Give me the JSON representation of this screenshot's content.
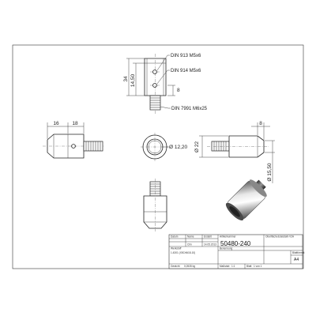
{
  "callouts": {
    "din913": "DIN 913 M5x6",
    "din914": "DIN 914 M5x6",
    "din7991": "DIN 7991 M6x25"
  },
  "dimensions": {
    "d34": "34",
    "d14_50": "14,50",
    "d8_top": "8",
    "d16": "16",
    "d18": "18",
    "d12_20": "Ø 12,20",
    "d22": "Ø 22",
    "d8_right": "8",
    "d15_50": "Ø 15,50"
  },
  "title_block": {
    "header_date": "Datum",
    "header_name": "Name",
    "header_drawn": "Erstellt",
    "name_value": "Clm",
    "date_value": "14.05.2013",
    "reference_label": "Artikelnummer",
    "part_number": "50480-240",
    "surface_label": "Oberfläche",
    "surface_value": "Edelstahl V2A",
    "material_label": "Werkstoff",
    "material_value": "1.4301 (X5CrNi18-10)",
    "name_label": "Benennung",
    "weight_label": "Gewicht",
    "weight_value": "0,0535 kg",
    "scale_label": "Maßstab",
    "scale_value": "1:1",
    "sheet_label": "Blatt",
    "sheet_value": "1 von 1",
    "format_label": "Blattformat",
    "format_value": "A4"
  }
}
